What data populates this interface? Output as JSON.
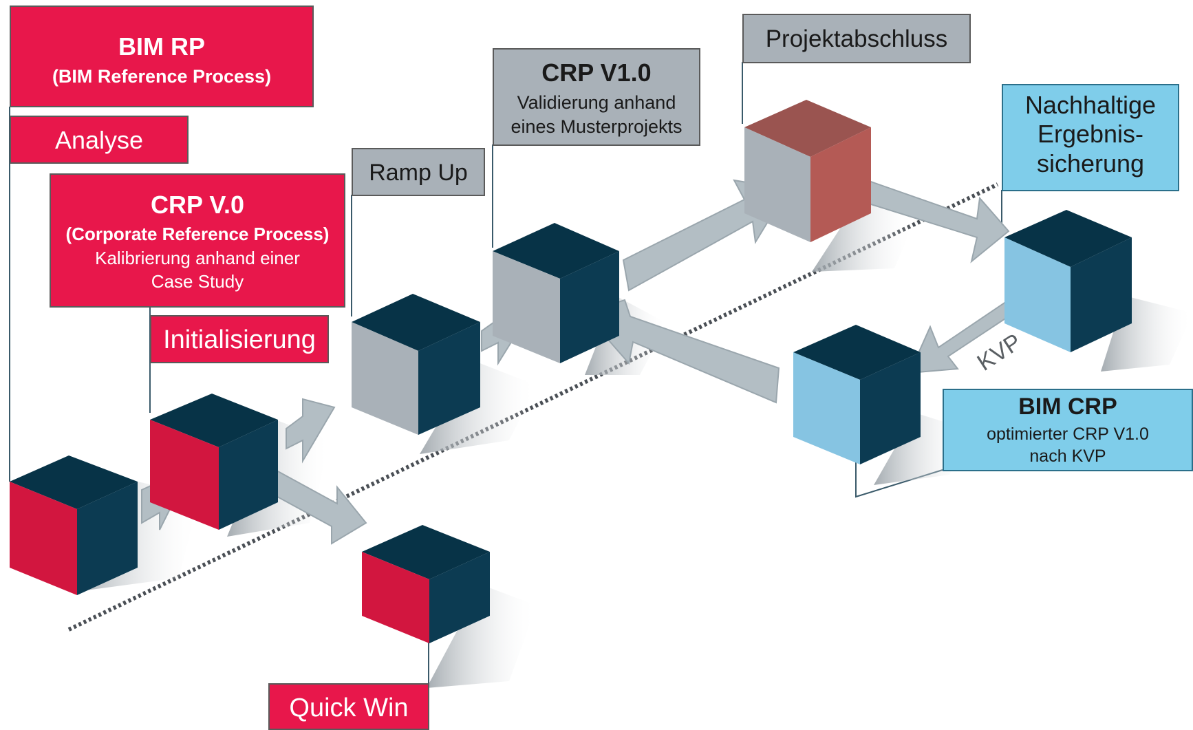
{
  "colors": {
    "red": "#e8174b",
    "red_cube_front": "#d2163f",
    "dark_cube": "#0c3b52",
    "dark_cube_top": "#073347",
    "grey_cube": "#a9b1b8",
    "blue_cube": "#86c4e2",
    "rust_cube": "#b45a55",
    "blue_label": "#7fcdea",
    "grey_label": "#a9b1b8",
    "arrow": "#b3bec4"
  },
  "labels": {
    "bim_rp": {
      "title": "BIM RP",
      "subtitle": "(BIM Reference Process)"
    },
    "analyse": "Analyse",
    "crp_v0": {
      "title": "CRP V.0",
      "subtitle": "(Corporate Reference Process)",
      "line1": "Kalibrierung anhand einer",
      "line2": "Case Study"
    },
    "initialisierung": "Initialisierung",
    "quick_win": "Quick Win",
    "ramp_up": "Ramp Up",
    "crp_v1": {
      "title": "CRP V1.0",
      "line1": "Validierung anhand",
      "line2": "eines Musterprojekts"
    },
    "projektabschluss": "Projektabschluss",
    "nachhaltige": {
      "line1": "Nachhaltige",
      "line2": "Ergebnis-",
      "line3": "sicherung"
    },
    "kvp": "KVP",
    "bim_crp": {
      "title": "BIM CRP",
      "line1": "optimierter CRP V1.0",
      "line2": "nach KVP"
    }
  }
}
